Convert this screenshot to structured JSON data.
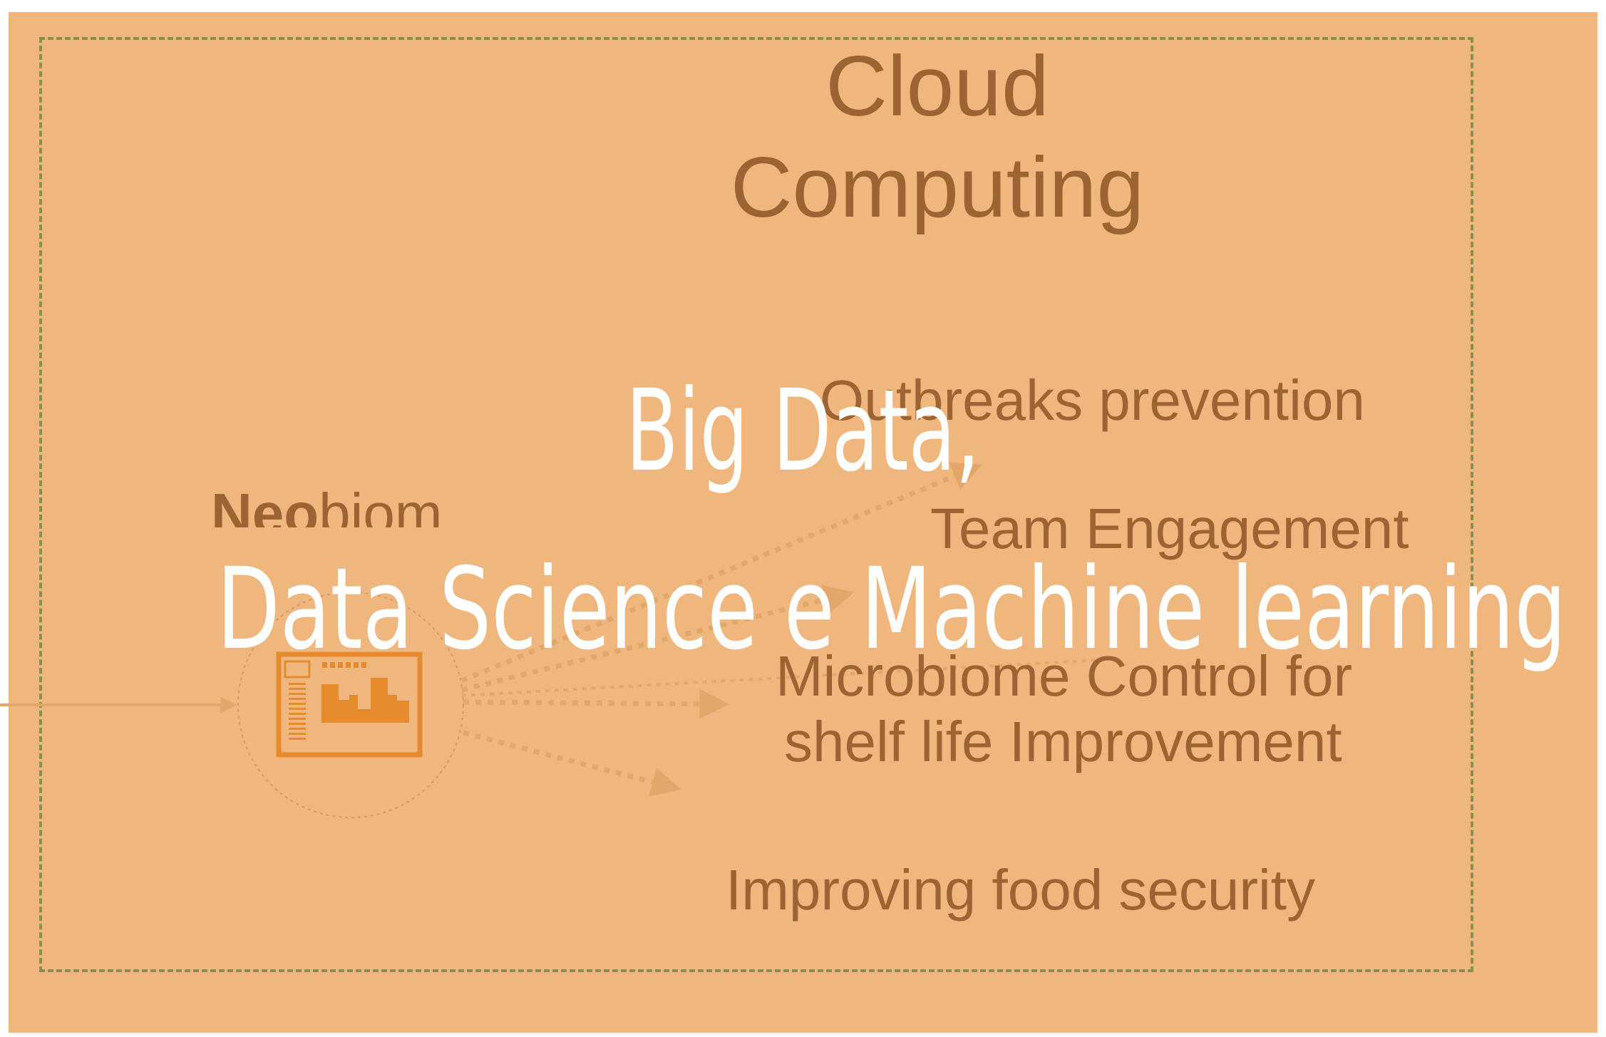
{
  "title": {
    "line1": "Cloud",
    "line2": "Computing"
  },
  "logo": {
    "bold": "Neo",
    "rest": "biom"
  },
  "outcomes": [
    "Outbreaks prevention",
    "Team Engagement",
    "Microbiome Control for",
    "shelf life Improvement",
    "Improving food security"
  ],
  "overlay": {
    "line1": "Big Data,",
    "line2": "Data Science e Machine learning"
  },
  "icons": {
    "center": "dashboard-chart-icon"
  },
  "colors": {
    "background": "#efb77d",
    "frame": "#8a8f4e",
    "text": "#9b6432",
    "accent": "#e58a2d",
    "overlay": "#ffffff"
  }
}
